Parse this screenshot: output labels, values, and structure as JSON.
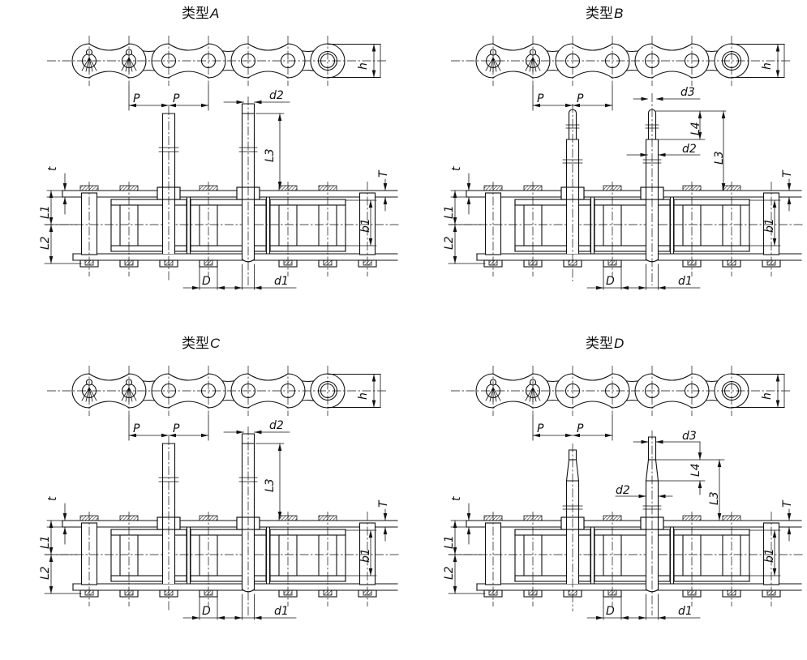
{
  "page": {
    "ink": "#111111",
    "paper": "#ffffff"
  },
  "drawing": {
    "types": [
      {
        "id": "A",
        "title_prefix": "类型",
        "title_letter": "A",
        "pin_style": "straight",
        "labels": {
          "p1": "P",
          "p2": "P",
          "h": "h",
          "d2": "d2",
          "l3": "L3",
          "t": "t",
          "l1": "L1",
          "l2": "L2",
          "T": "T",
          "b1": "b1",
          "D": "D",
          "d1": "d1"
        }
      },
      {
        "id": "B",
        "title_prefix": "类型",
        "title_letter": "B",
        "pin_style": "stepped",
        "labels": {
          "p1": "P",
          "p2": "P",
          "h": "h",
          "d3": "d3",
          "l4": "L4",
          "d2": "d2",
          "l3": "L3",
          "t": "t",
          "l1": "L1",
          "l2": "L2",
          "T": "T",
          "b1": "b1",
          "D": "D",
          "d1": "d1"
        }
      },
      {
        "id": "C",
        "title_prefix": "类型",
        "title_letter": "C",
        "pin_style": "straight",
        "labels": {
          "p1": "P",
          "p2": "P",
          "h": "h",
          "d2": "d2",
          "l3": "L3",
          "t": "t",
          "l1": "L1",
          "l2": "L2",
          "T": "T",
          "b1": "b1",
          "D": "D",
          "d1": "d1"
        }
      },
      {
        "id": "D",
        "title_prefix": "类型",
        "title_letter": "D",
        "pin_style": "tapered",
        "labels": {
          "p1": "P",
          "p2": "P",
          "h": "h",
          "d3": "d3",
          "l4": "L4",
          "d2": "d2",
          "l3": "L3",
          "t": "t",
          "l1": "L1",
          "l2": "L2",
          "T": "T",
          "b1": "b1",
          "D": "D",
          "d1": "d1"
        }
      }
    ]
  }
}
